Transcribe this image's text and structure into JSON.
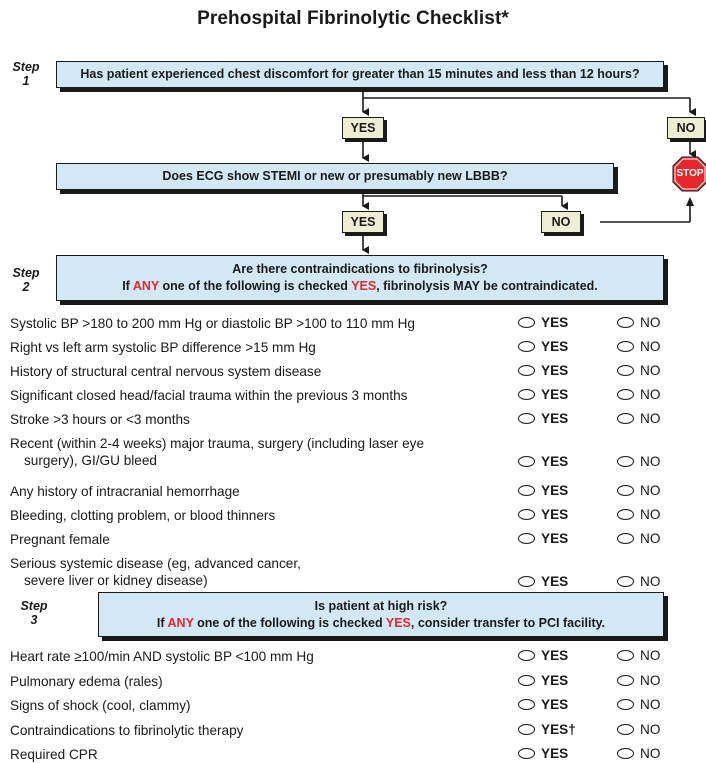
{
  "title": "Prehospital Fibrinolytic Checklist*",
  "steps": {
    "step1": [
      "Step",
      "1"
    ],
    "step2": [
      "Step",
      "2"
    ],
    "step3": [
      "Step",
      "3"
    ]
  },
  "flow": {
    "q1": "Has patient experienced chest discomfort for greater than 15 minutes and less than 12 hours?",
    "q2": "Does ECG show STEMI or new or presumably new LBBB?",
    "yes": "YES",
    "no": "NO",
    "stop": "STOP"
  },
  "step2_box": {
    "line1": "Are there contraindications to fibrinolysis?",
    "l2_a": "If ",
    "l2_any": "ANY",
    "l2_b": " one of the following is checked ",
    "l2_yes": "YES",
    "l2_c": ", fibrinolysis MAY be contraindicated."
  },
  "step2_items": [
    {
      "l1": "Systolic BP >180 to 200 mm Hg or diastolic BP >100 to 110 mm Hg",
      "l2": ""
    },
    {
      "l1": "Right vs left arm systolic BP difference >15 mm Hg",
      "l2": ""
    },
    {
      "l1": "History of structural central nervous system disease",
      "l2": ""
    },
    {
      "l1": "Significant closed head/facial trauma within the previous 3 months",
      "l2": ""
    },
    {
      "l1": "Stroke >3 hours or <3 months",
      "l2": ""
    },
    {
      "l1": "Recent (within 2-4 weeks) major trauma, surgery (including laser eye",
      "l2": "surgery), GI/GU bleed"
    },
    {
      "l1": "Any history of intracranial hemorrhage",
      "l2": ""
    },
    {
      "l1": "Bleeding, clotting problem, or blood thinners",
      "l2": ""
    },
    {
      "l1": "Pregnant female",
      "l2": ""
    },
    {
      "l1": "Serious systemic disease (eg, advanced cancer,",
      "l2": "severe liver or kidney disease)"
    }
  ],
  "step3_box": {
    "line1": "Is patient at high risk?",
    "l2_a": "If ",
    "l2_any": "ANY",
    "l2_b": " one of the following is checked ",
    "l2_yes": "YES",
    "l2_c": ", consider transfer to PCI facility."
  },
  "step3_items": [
    {
      "l1": "Heart rate ≥100/min AND systolic BP <100 mm Hg",
      "yes": "YES"
    },
    {
      "l1": "Pulmonary edema (rales)",
      "yes": "YES"
    },
    {
      "l1": "Signs of shock (cool, clammy)",
      "yes": "YES"
    },
    {
      "l1": "Contraindications to fibrinolytic therapy",
      "yes": "YES†"
    },
    {
      "l1": "Required CPR",
      "yes": "YES"
    }
  ],
  "options": {
    "yes": "YES",
    "no": "NO"
  },
  "colors": {
    "box_blue": "#d3e8f5",
    "box_tan": "#eeeed4",
    "red": "#e8262b"
  }
}
